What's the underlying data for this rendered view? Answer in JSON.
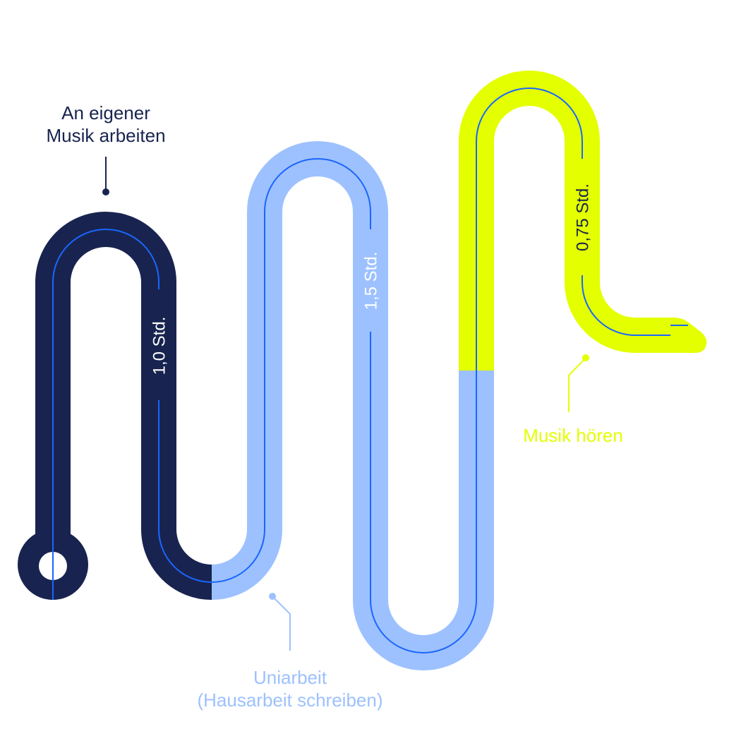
{
  "colors": {
    "dark": "#18244f",
    "light": "#9dc1ff",
    "lime": "#e3ff00",
    "line": "#1a66ff"
  },
  "segments": [
    {
      "name": "An eigener Musik arbeiten",
      "label_lines": [
        "An eigener",
        "Musik arbeiten"
      ],
      "duration": "1,0 Std."
    },
    {
      "name": "Uniarbeit (Hausarbeit schreiben)",
      "label_lines": [
        "Uniarbeit",
        "(Hausarbeit schreiben)"
      ],
      "duration": "1,5 Std."
    },
    {
      "name": "Musik hören",
      "label_lines": [
        "Musik hören"
      ],
      "duration": "0,75 Std."
    }
  ]
}
